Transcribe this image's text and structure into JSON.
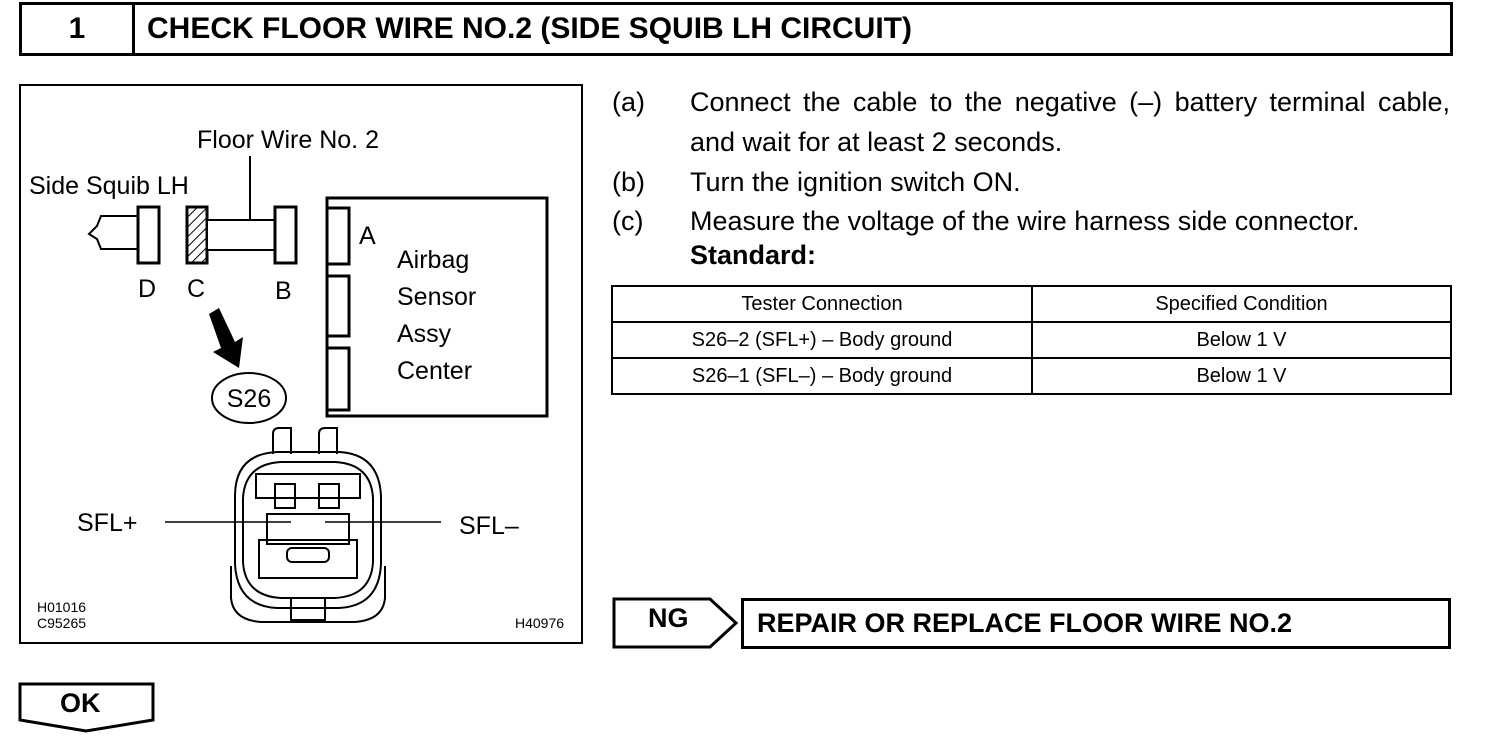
{
  "header": {
    "step_number": "1",
    "title": "CHECK FLOOR WIRE NO.2 (SIDE SQUIB LH CIRCUIT)"
  },
  "figure": {
    "floor_wire_label": "Floor Wire No. 2",
    "side_squib_label": "Side Squib LH",
    "connector_a": "A",
    "connector_b": "B",
    "connector_c": "C",
    "connector_d": "D",
    "ecu_line1": "Airbag",
    "ecu_line2": "Sensor",
    "ecu_line3": "Assy",
    "ecu_line4": "Center",
    "connector_code": "S26",
    "terminal_plus": "SFL+",
    "terminal_minus": "SFL–",
    "code1": "H01016",
    "code2": "C95265",
    "code3": "H40976"
  },
  "steps": [
    {
      "letter": "(a)",
      "text": "Connect the cable to the negative (–) battery terminal cable, and wait for at least 2 seconds."
    },
    {
      "letter": "(b)",
      "text": "Turn the ignition switch ON."
    },
    {
      "letter": "(c)",
      "text": "Measure the voltage of the wire harness side connector."
    }
  ],
  "standard_label": "Standard:",
  "table": {
    "headers": [
      "Tester Connection",
      "Specified Condition"
    ],
    "rows": [
      [
        "S26–2 (SFL+) – Body ground",
        "Below 1 V"
      ],
      [
        "S26–1 (SFL–) – Body ground",
        "Below 1 V"
      ]
    ]
  },
  "ng": {
    "label": "NG",
    "action": "REPAIR OR REPLACE FLOOR WIRE NO.2"
  },
  "ok": {
    "label": "OK"
  }
}
